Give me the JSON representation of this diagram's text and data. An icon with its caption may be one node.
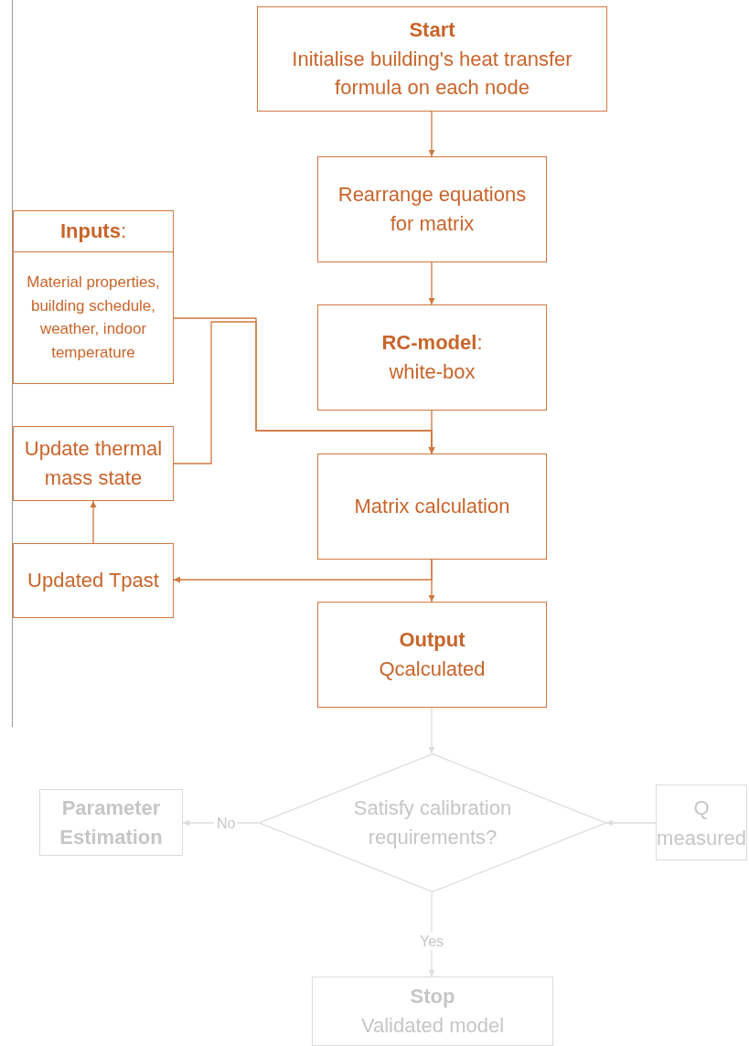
{
  "diagram": {
    "nodes": [
      {
        "text": [
          "Start",
          "Initialise building's heat transfer formula on each node"
        ]
      },
      {
        "text": [
          "Rearrange equations for matrix"
        ]
      },
      {
        "text": [
          "**Inputs**:",
          "Material properties, building schedule, weather, indoor temperature"
        ]
      },
      {
        "text": [
          "**RC-model**:",
          "white-box"
        ]
      },
      {
        "text": [
          "Update thermal mass state"
        ]
      },
      {
        "text": [
          "Matrix calculation"
        ]
      },
      {
        "text": [
          "Updated Tpast"
        ]
      },
      {
        "text": [
          "Output",
          "Qcalculated"
        ]
      },
      {
        "text": [
          "Satisfy calibration requirements?"
        ]
      },
      {
        "text": [
          "Parameter Estimation"
        ]
      },
      {
        "text": [
          "Q measured"
        ]
      },
      {
        "text": [
          "Stop",
          "Validated model"
        ]
      }
    ],
    "edges": [
      {
        "from": 0,
        "to": 1,
        "arrow": "to"
      },
      {
        "from": 1,
        "to": 3,
        "arrow": "to"
      },
      {
        "from": 3,
        "to": 5,
        "arrow": "to"
      },
      {
        "from": 2,
        "to": 5,
        "arrow": "to"
      },
      {
        "from": 4,
        "to": 5,
        "arrow": "to"
      },
      {
        "from": 5,
        "to": 7,
        "arrow": "to"
      },
      {
        "from": 5,
        "to": 6,
        "arrow": "to"
      },
      {
        "from": 6,
        "to": 4,
        "arrow": "to"
      },
      {
        "from": 7,
        "to": 8,
        "arrow": "to",
        "color": "#dddddd"
      },
      {
        "from": 8,
        "to": 9,
        "arrow": "to",
        "label": "No",
        "color": "#dddddd"
      },
      {
        "from": 10,
        "to": 8,
        "arrow": "to",
        "color": "#dddddd"
      },
      {
        "from": 8,
        "to": 11,
        "arrow": "to",
        "label": "Yes",
        "color": "#dddddd"
      }
    ]
  }
}
